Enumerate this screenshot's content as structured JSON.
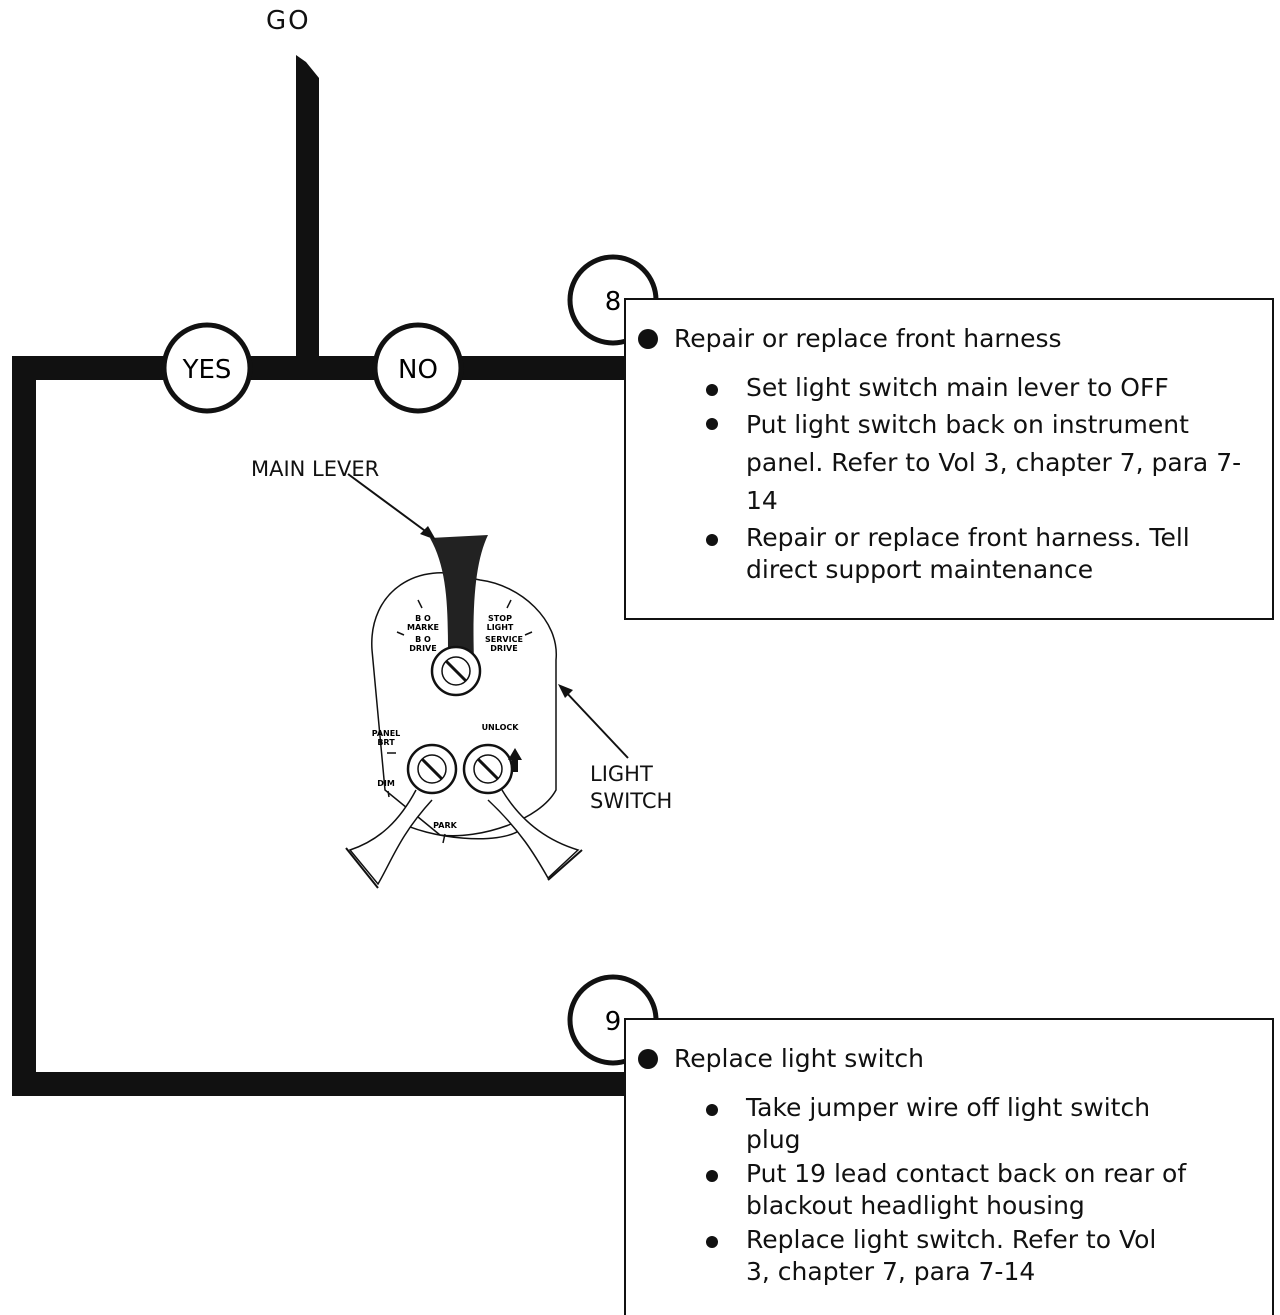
{
  "diagram": {
    "go_label": "GO",
    "yes_label": "YES",
    "no_label": "NO",
    "main_lever_label": "MAIN LEVER",
    "light_switch_label_1": "LIGHT",
    "light_switch_label_2": "SWITCH",
    "switch_markings": {
      "bo_marker_1": "B O",
      "bo_marker_2": "MARKE",
      "bo_drive_1": "B O",
      "bo_drive_2": "DRIVE",
      "stop_light_1": "STOP",
      "stop_light_2": "LIGHT",
      "service_drive_1": "SERVICE",
      "service_drive_2": "DRIVE",
      "panel_brt_1": "PANEL",
      "panel_brt_2": "BRT",
      "dim": "DIM",
      "unlock": "UNLOCK",
      "park": "PARK"
    }
  },
  "step8": {
    "number": "8",
    "main": "Repair or replace front harness",
    "items": [
      "Set light switch main lever to OFF",
      "Put light switch back on instrument panel.  Refer to Vol 3, chapter 7, para 7-14",
      "Repair or replace front harness. Tell direct support maintenance"
    ]
  },
  "step9": {
    "number": "9",
    "main": "Replace light switch",
    "items": [
      "Take jumper wire off light switch plug",
      "Put 19 lead contact back on rear of blackout headlight housing",
      "Replace light switch.  Refer to Vol 3, chapter 7, para 7-14"
    ]
  }
}
